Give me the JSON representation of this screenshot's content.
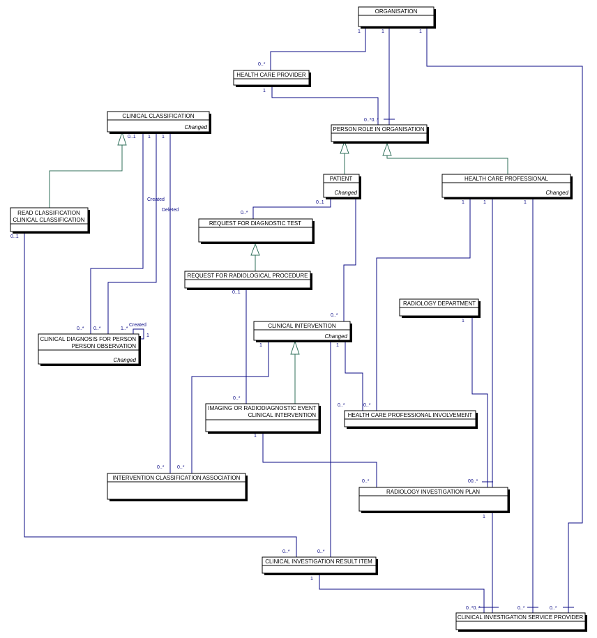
{
  "classes": {
    "organisation": {
      "name": "ORGANISATION",
      "note": ""
    },
    "health_care_provider": {
      "name": "HEALTH CARE PROVIDER",
      "note": ""
    },
    "clinical_classification": {
      "name": "CLINICAL CLASSIFICATION",
      "note": "Changed"
    },
    "person_role_in_organisation": {
      "name": "PERSON ROLE IN ORGANISATION",
      "note": ""
    },
    "read_classification": {
      "name": "READ CLASSIFICATION",
      "name2": "CLINICAL CLASSIFICATION",
      "note": ""
    },
    "patient": {
      "name": "PATIENT",
      "note": "Changed"
    },
    "health_care_professional": {
      "name": "HEALTH CARE PROFESSIONAL",
      "note": "Changed"
    },
    "request_for_diagnostic_test": {
      "name": "REQUEST FOR DIAGNOSTIC TEST",
      "note": ""
    },
    "request_for_radiological_procedure": {
      "name": "REQUEST FOR RADIOLOGICAL PROCEDURE",
      "note": ""
    },
    "radiology_department": {
      "name": "RADIOLOGY DEPARTMENT",
      "note": ""
    },
    "clinical_intervention": {
      "name": "CLINICAL INTERVENTION",
      "note": "Changed"
    },
    "clinical_diagnosis": {
      "name": "CLINICAL DIAGNOSIS FOR PERSON",
      "name2": "PERSON OBSERVATION",
      "note": "Changed"
    },
    "imaging_event": {
      "name": "IMAGING OR RADIODIAGNOSTIC EVENT",
      "name2": "CLINICAL INTERVENTION",
      "note": ""
    },
    "hcp_involvement": {
      "name": "HEALTH CARE PROFESSIONAL INVOLVEMENT",
      "note": ""
    },
    "intervention_classification_association": {
      "name": "INTERVENTION CLASSIFICATION ASSOCIATION",
      "note": ""
    },
    "radiology_investigation_plan": {
      "name": "RADIOLOGY INVESTIGATION PLAN",
      "note": ""
    },
    "clinical_investigation_result_item": {
      "name": "CLINICAL INVESTIGATION RESULT ITEM",
      "note": ""
    },
    "clinical_investigation_service_provider": {
      "name": "CLINICAL INVESTIGATION SERVICE PROVIDER",
      "note": ""
    }
  },
  "multiplicities": {
    "org_hcp_1": "1",
    "org_prio_1": "1",
    "org_cisp_1": "1",
    "hcp_many": "0..*",
    "hcp_prio_1": "1",
    "prio_many": "0..*0..*",
    "cc_01": "0..1",
    "cc_1a": "1",
    "cc_1b": "1",
    "rc_01": "0..1",
    "patient_01": "0..1",
    "rfdt_many": "0..*",
    "prof_1a": "1",
    "prof_1b": "1",
    "prof_1c": "1",
    "rfrp_01": "0..1",
    "ci_many_top": "0..*",
    "ci_1a": "1",
    "ci_1b": "1",
    "cdp_many_a": "0..*",
    "cdp_many_b": "0..*",
    "cdp_self_many": "1..*",
    "cdp_self_1": "1",
    "ie_many": "0..*",
    "ie_1": "1",
    "hcpi_many_a": "0..*",
    "hcpi_many_b": "0..*",
    "rd_1": "1",
    "ica_many_a": "0..*",
    "ica_many_b": "0..*",
    "rip_many_left": "0..*",
    "rip_many_right": "00..*",
    "rip_1": "1",
    "ciri_many_a": "0..*",
    "ciri_many_b": "0..*",
    "ciri_1": "1",
    "cisp_many_a": "0..*0..*",
    "cisp_many_b": "0..*",
    "cisp_many_c": "0..*"
  },
  "roles": {
    "created_1": "Created",
    "deleted": "Deleted",
    "created_2": "Created"
  }
}
